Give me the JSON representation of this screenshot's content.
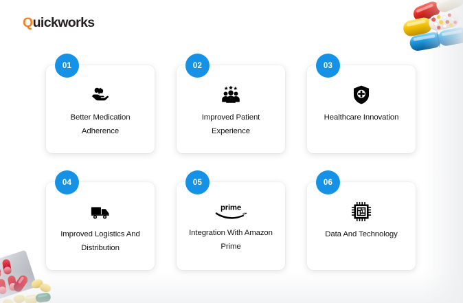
{
  "brand": {
    "logo_first_letter": "Q",
    "logo_rest": "uickworks",
    "logo_full": "Quickworks",
    "accent_color": "#f5821f",
    "logo_text_color": "#231f20"
  },
  "theme": {
    "badge_color": "#1592e6",
    "badge_text_color": "#ffffff",
    "card_background": "#ffffff",
    "page_background": "#ffffff",
    "title_color": "#141414",
    "icon_color": "#000000"
  },
  "cards": [
    {
      "number": "01",
      "title": "Better Medication Adherence",
      "icon": "heart-in-hand-icon"
    },
    {
      "number": "02",
      "title": "Improved Patient Experience",
      "icon": "users-rating-stars-icon"
    },
    {
      "number": "03",
      "title": "Healthcare Innovation",
      "icon": "shield-plus-icon"
    },
    {
      "number": "04",
      "title": "Improved Logistics And Distribution",
      "icon": "delivery-truck-icon"
    },
    {
      "number": "05",
      "title": "Integration With Amazon Prime",
      "icon": "amazon-prime-logo-icon"
    },
    {
      "number": "06",
      "title": "Data And Technology",
      "icon": "microchip-cpu-icon"
    }
  ],
  "decorations": {
    "top_right": {
      "name": "pill-capsules-illustration",
      "capsule_colors": [
        "#e02b26",
        "#f2ead8",
        "#f7c600",
        "#f3f1ec",
        "#1f9ae0"
      ]
    },
    "bottom_left": {
      "name": "blister-pack-pills-illustration",
      "pill_colors": [
        "#c8102e",
        "#e8707a",
        "#f2cf5e",
        "#0d5c3c",
        "#c9ccd1"
      ]
    }
  }
}
